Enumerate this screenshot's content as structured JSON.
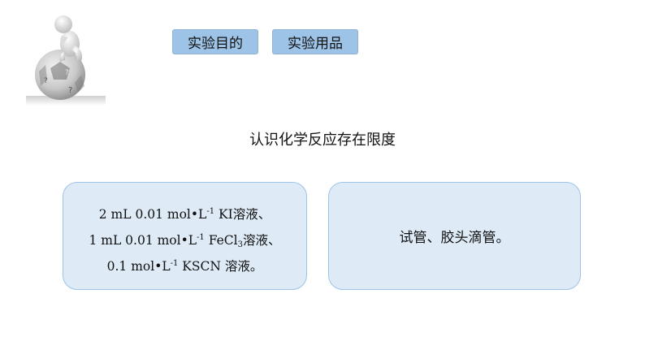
{
  "tabs": {
    "purpose_label": "实验目的",
    "items_label": "实验用品"
  },
  "subtitle": "认识化学反应存在限度",
  "reagents": {
    "line1": {
      "pre": "2 mL 0.01 mol•L",
      "sup": "-1",
      "post": " KI",
      "cjk": "溶液、"
    },
    "line2": {
      "pre": "1 mL 0.01 mol•L",
      "sup": "-1",
      "mid": " FeCl",
      "sub": "3",
      "cjk": "溶液、"
    },
    "line3": {
      "pre": "0.1 mol•L",
      "sup": "-1",
      "post": " KSCN ",
      "cjk": "溶液。"
    }
  },
  "apparatus": "试管、胶头滴管。",
  "colors": {
    "tab_bg": "#9dc3e6",
    "card_bg": "#deebf7",
    "card_border": "#9dc3e6"
  },
  "icons": {
    "figure": "thinking-person-on-question-ball-icon"
  }
}
